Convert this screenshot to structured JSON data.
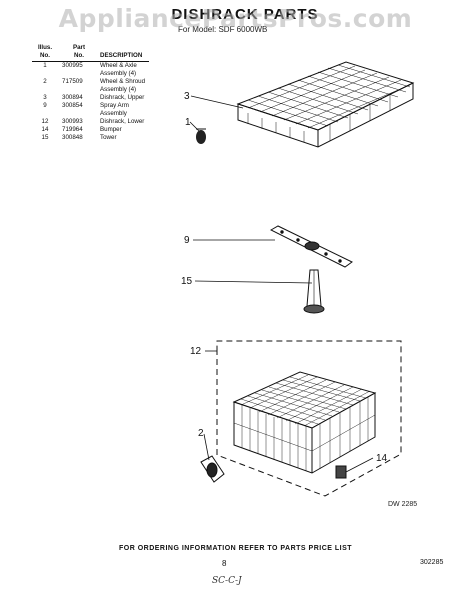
{
  "watermark": "AppliancePartsPros.com",
  "header": {
    "title": "DISHRACK PARTS",
    "subtitle": "For Model: SDF 6000WB"
  },
  "parts_table": {
    "headers": {
      "no_line1": "Illus.",
      "no_line2": "No.",
      "part_line1": "Part",
      "part_line2": "No.",
      "desc": "DESCRIPTION"
    },
    "rows": [
      {
        "no": "1",
        "part": "300995",
        "desc": "Wheel & Axle\nAssembly (4)"
      },
      {
        "no": "2",
        "part": "717509",
        "desc": "Wheel & Shroud\nAssembly (4)"
      },
      {
        "no": "3",
        "part": "300894",
        "desc": "Dishrack, Upper"
      },
      {
        "no": "9",
        "part": "300854",
        "desc": "Spray Arm\nAssembly"
      },
      {
        "no": "12",
        "part": "300993",
        "desc": "Dishrack, Lower"
      },
      {
        "no": "14",
        "part": "719964",
        "desc": "Bumper"
      },
      {
        "no": "15",
        "part": "300848",
        "desc": "Tower"
      }
    ]
  },
  "callouts": {
    "c3": "3",
    "c1": "1",
    "c9": "9",
    "c15": "15",
    "c12": "12",
    "c2": "2",
    "c14": "14"
  },
  "diagram_code": "DW 2285",
  "footer": {
    "ordering_note": "FOR ORDERING INFORMATION REFER TO PARTS PRICE LIST",
    "page_number": "8",
    "document_number": "302285",
    "handwritten": "SC-C-J"
  }
}
